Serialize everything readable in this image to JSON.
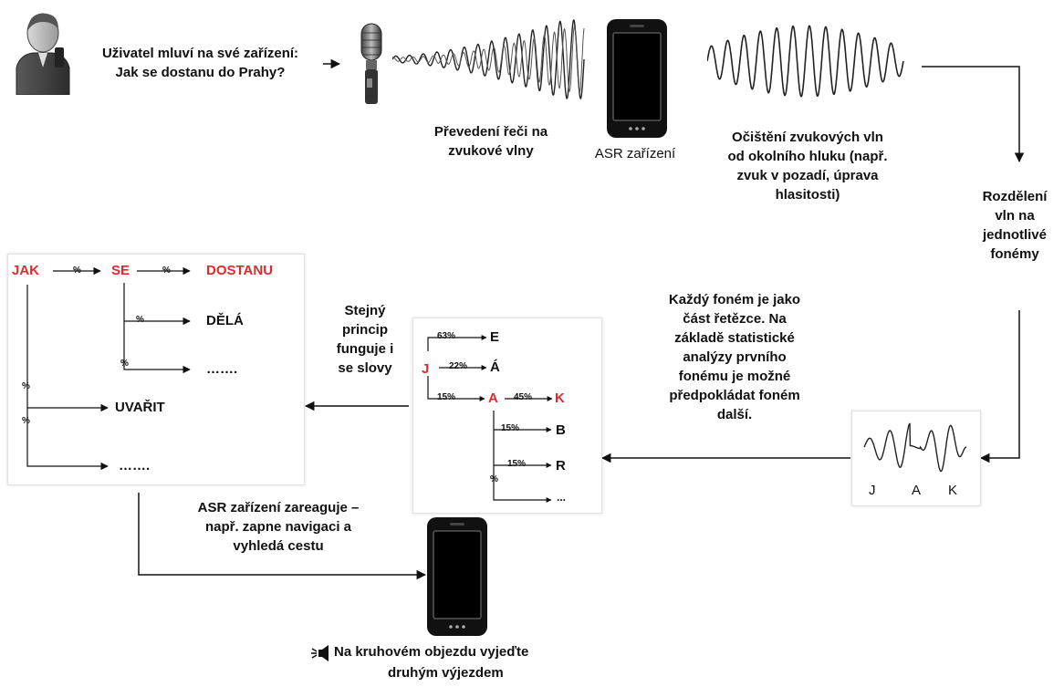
{
  "step_user": {
    "line1": "Uživatel mluví na své zařízení:",
    "line2": "Jak se dostanu do Prahy?"
  },
  "step_waves": {
    "line1": "Převedení řeči na",
    "line2": "zvukové vlny"
  },
  "step_device": {
    "label": "ASR zařízení"
  },
  "step_clean": {
    "line1": "Očištění zvukových vln",
    "line2": "od okolního hluku (např.",
    "line3": "zvuk v pozadí, úprava",
    "line4": "hlasitosti)"
  },
  "step_split": {
    "line1": "Rozdělení",
    "line2": "vln na",
    "line3": "jednotlivé",
    "line4": "fonémy"
  },
  "phoneme_labels": [
    "J",
    "A",
    "K"
  ],
  "step_chain": {
    "line1": "Každý foném je jako",
    "line2": "část řetězce. Na",
    "line3": "základě statistické",
    "line4": "analýzy prvního",
    "line5": "fonému je možné",
    "line6": "předpokládat foném",
    "line7": "další."
  },
  "phoneme_tree": {
    "root": "J",
    "branches": [
      {
        "pct": "63%",
        "label": "E"
      },
      {
        "pct": "22%",
        "label": "Á"
      },
      {
        "pct": "15%",
        "label": "A"
      }
    ],
    "a_next": {
      "pct": "45%",
      "label": "K"
    },
    "a_branches": [
      {
        "pct": "15%",
        "label": "B"
      },
      {
        "pct": "15%",
        "label": "R"
      },
      {
        "pct": "%",
        "label": "..."
      }
    ]
  },
  "step_words": {
    "line1": "Stejný",
    "line2": "princip",
    "line3": "funguje i",
    "line4": "se slovy"
  },
  "word_tree": {
    "w1": "JAK",
    "w2": "SE",
    "w3": "DOSTANU",
    "w4": "DĚLÁ",
    "w5": "…….",
    "w6": "UVAŘIT",
    "w7": "…….",
    "pct": "%"
  },
  "step_react": {
    "line1": "ASR zařízení zareaguje –",
    "line2": "např. zapne navigaci a",
    "line3": "vyhledá cestu"
  },
  "output": {
    "line1": "Na kruhovém objezdu vyjeďte",
    "line2": "druhým výjezdem"
  }
}
